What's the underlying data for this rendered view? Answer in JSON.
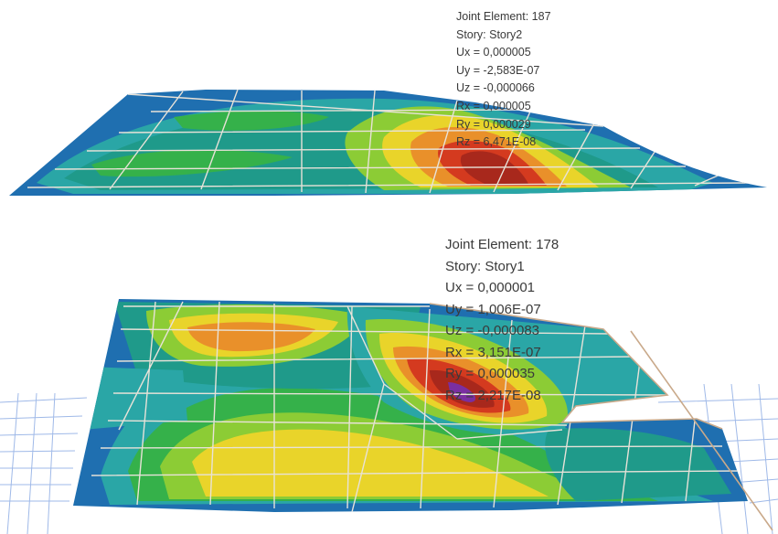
{
  "panels": [
    {
      "name": "story2",
      "joint_label": "Joint Element: 187",
      "story_label": "Story: Story2",
      "values": [
        {
          "label": "Ux",
          "value": "0,000005"
        },
        {
          "label": "Uy",
          "value": "-2,583E-07"
        },
        {
          "label": "Uz",
          "value": "-0,000066"
        },
        {
          "label": "Rx",
          "value": "0,000005"
        },
        {
          "label": "Ry",
          "value": "0,000029"
        },
        {
          "label": "Rz",
          "value": "6,471E-08"
        }
      ]
    },
    {
      "name": "story1",
      "joint_label": "Joint Element: 178",
      "story_label": "Story: Story1",
      "values": [
        {
          "label": "Ux",
          "value": "0,000001"
        },
        {
          "label": "Uy",
          "value": "1,006E-07"
        },
        {
          "label": "Uz",
          "value": "-0,000083"
        },
        {
          "label": "Rx",
          "value": "3,151E-07"
        },
        {
          "label": "Ry",
          "value": "0,000035"
        },
        {
          "label": "Rz",
          "value": "2,217E-08"
        }
      ]
    }
  ],
  "palette": {
    "blue": "#1f6fb0",
    "cyan": "#2aa6a6",
    "teal": "#1f9a8a",
    "green": "#35b14a",
    "lime": "#8ccc35",
    "yellow": "#e9d42a",
    "orange": "#e9902a",
    "red": "#d43a1f",
    "darkred": "#a8281c",
    "purple": "#7a2fa0",
    "mesh": "#e8e2d8",
    "grid": "#9fb9e8"
  }
}
